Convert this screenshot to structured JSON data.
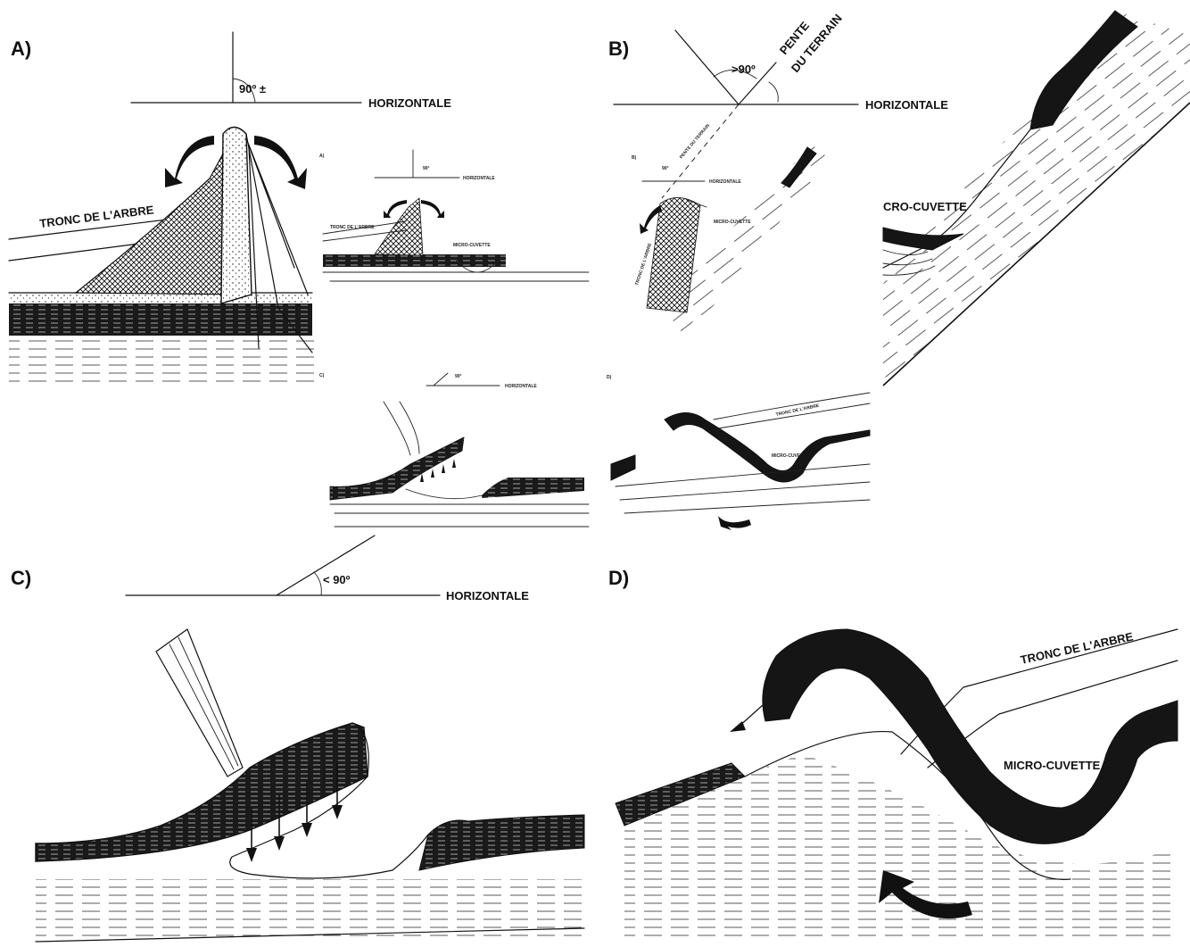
{
  "panels": {
    "A": {
      "label": "A)",
      "angle": "90º ±",
      "horizontal": "HORIZONTALE",
      "trunk": "TRONC DE L'ARBRE"
    },
    "B": {
      "label": "B)",
      "angle": ">90º",
      "slope_line1": "PENTE",
      "slope_line2": "DU TERRAIN",
      "horizontal": "HORIZONTALE",
      "micro": "CRO-CUVETTE"
    },
    "C": {
      "label": "C)",
      "angle": "< 90º",
      "horizontal": "HORIZONTALE"
    },
    "D": {
      "label": "D)",
      "trunk": "TRONC DE L'ARBRE",
      "micro": "MICRO-CUVETTE"
    }
  },
  "thumbnails": {
    "A": {
      "label": "A)",
      "angle": "90°",
      "horizontal": "HORIZONTALE",
      "trunk": "TRONC DE L'ARBRE",
      "micro": "MICRO-CUVETTE"
    },
    "B": {
      "label": "B)",
      "angle": "90°",
      "slope": "PENTE DU TERRAIN",
      "horizontal": "HORIZONTALE",
      "micro": "MICRO-CUVETTE",
      "trunk": "TRONC DE L'ARBRE"
    },
    "C": {
      "label": "C)",
      "angle": "90°",
      "horizontal": "HORIZONTALE"
    },
    "D": {
      "label": "D)",
      "trunk": "TRONC DE L'ARBRE",
      "micro": "MICRO-CUVETTE"
    }
  }
}
